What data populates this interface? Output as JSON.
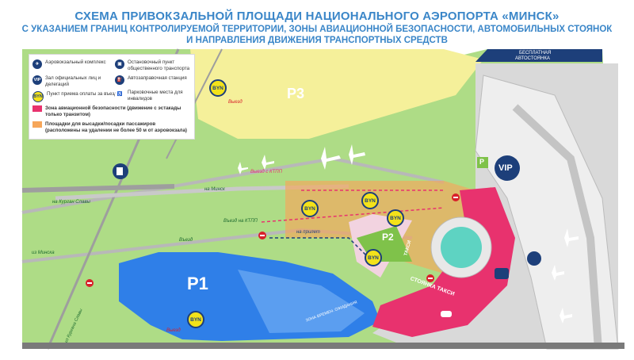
{
  "header": {
    "line1": "СХЕМА ПРИВОКЗАЛЬНОЙ ПЛОЩАДИ НАЦИОНАЛЬНОГО АЭРОПОРТА «МИНСК»",
    "line2": "С УКАЗАНИЕМ ГРАНИЦ КОНТРОЛИРУЕМОЙ ТЕРРИТОРИИ, ЗОНЫ АВИАЦИОННОЙ БЕЗОПАСНОСТИ, АВТОМОБИЛЬНЫХ СТОЯНОК",
    "line3": "И НАПРАВЛЕНИЯ ДВИЖЕНИЯ ТРАНСПОРТНЫХ СРЕДСТВ"
  },
  "legend": {
    "terminal": "Аэровокзальный комплекс",
    "vip_badge": "VIP",
    "vip": "Зал официальных лиц и делегаций",
    "byn_badge": "BYN",
    "byn": "Пункт приема оплаты за въезд",
    "bus": "Остановочный пункт общественного транспорта",
    "fuel": "Автозаправочная станция",
    "disabled": "Парковочные места для инвалидов",
    "security": "Зона авиационной безопасности (движение с эстакады только транзитом)",
    "dropoff": "Площадки для высадки/посадки пассажиров (расположены на удалении не более 50 м от аэровокзала)"
  },
  "labels": {
    "p1": "P1",
    "p2": "P2",
    "p3": "P3",
    "p_small": "P",
    "vip": "VIP",
    "byn": "BYN",
    "free_parking_1": "БЕСПЛАТНАЯ",
    "free_parking_2": "АВТОСТОЯНКА",
    "exit_ktpp": "Выезд с КТПП",
    "to_minsk": "на Минск",
    "to_kurgan": "на Курган Славы",
    "entry_ktpp": "Въезд на КТПП",
    "to_departure": "на прилет",
    "from_minsk": "из Минска",
    "entry": "Въезд",
    "exit": "Выезд",
    "taxi": "ТАКСИ",
    "taxi_stand": "СТОЯНКА ТАКСИ",
    "from_kurgan": "из Кургана Славы",
    "waiting_zone": "ЗОНА ВРЕМЕН. ОЖИДАНИЯ"
  },
  "colors": {
    "grass": "#aedc86",
    "parking": "#2f7fe8",
    "p3": "#f5f09a",
    "security": "#e8326e",
    "dropoff": "#f6a65a",
    "road": "#c9c9c9",
    "accent": "#1d3f7a",
    "byn_fill": "#f3e21a",
    "title": "#3a86c8"
  }
}
